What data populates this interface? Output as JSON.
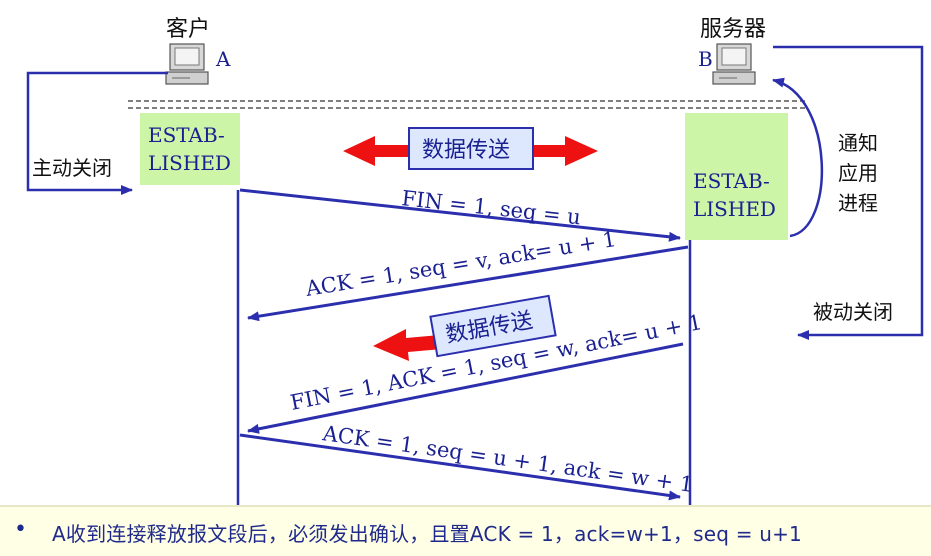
{
  "client": {
    "label": "客户",
    "letter": "A",
    "state": [
      "ESTAB-",
      "LISHED"
    ]
  },
  "server": {
    "label": "服务器",
    "letter": "B",
    "state": [
      "ESTAB-",
      "LISHED"
    ]
  },
  "side_labels": {
    "active_close": "主动关闭",
    "notify_app": [
      "通知",
      "应用",
      "进程"
    ],
    "passive_close": "被动关闭"
  },
  "data_transfer_label": "数据传送",
  "messages": [
    {
      "text": "FIN = 1, seq = u"
    },
    {
      "text": "ACK = 1, seq = v, ack= u + 1"
    },
    {
      "text": "FIN = 1, ACK = 1, seq = w, ack= u + 1"
    },
    {
      "text": "ACK = 1, seq = u + 1, ack = w + 1"
    }
  ],
  "note": {
    "bullet": "•",
    "text": "A收到连接释放报文段后，必须发出确认，且置ACK = 1，ack=w+1，seq = u+1"
  },
  "colors": {
    "line": "#2b2fae",
    "state_box": "#ccf5a8",
    "red_arrow": "#ee1111",
    "label_box": "#dde8ff",
    "label_text": "#1a2090"
  }
}
